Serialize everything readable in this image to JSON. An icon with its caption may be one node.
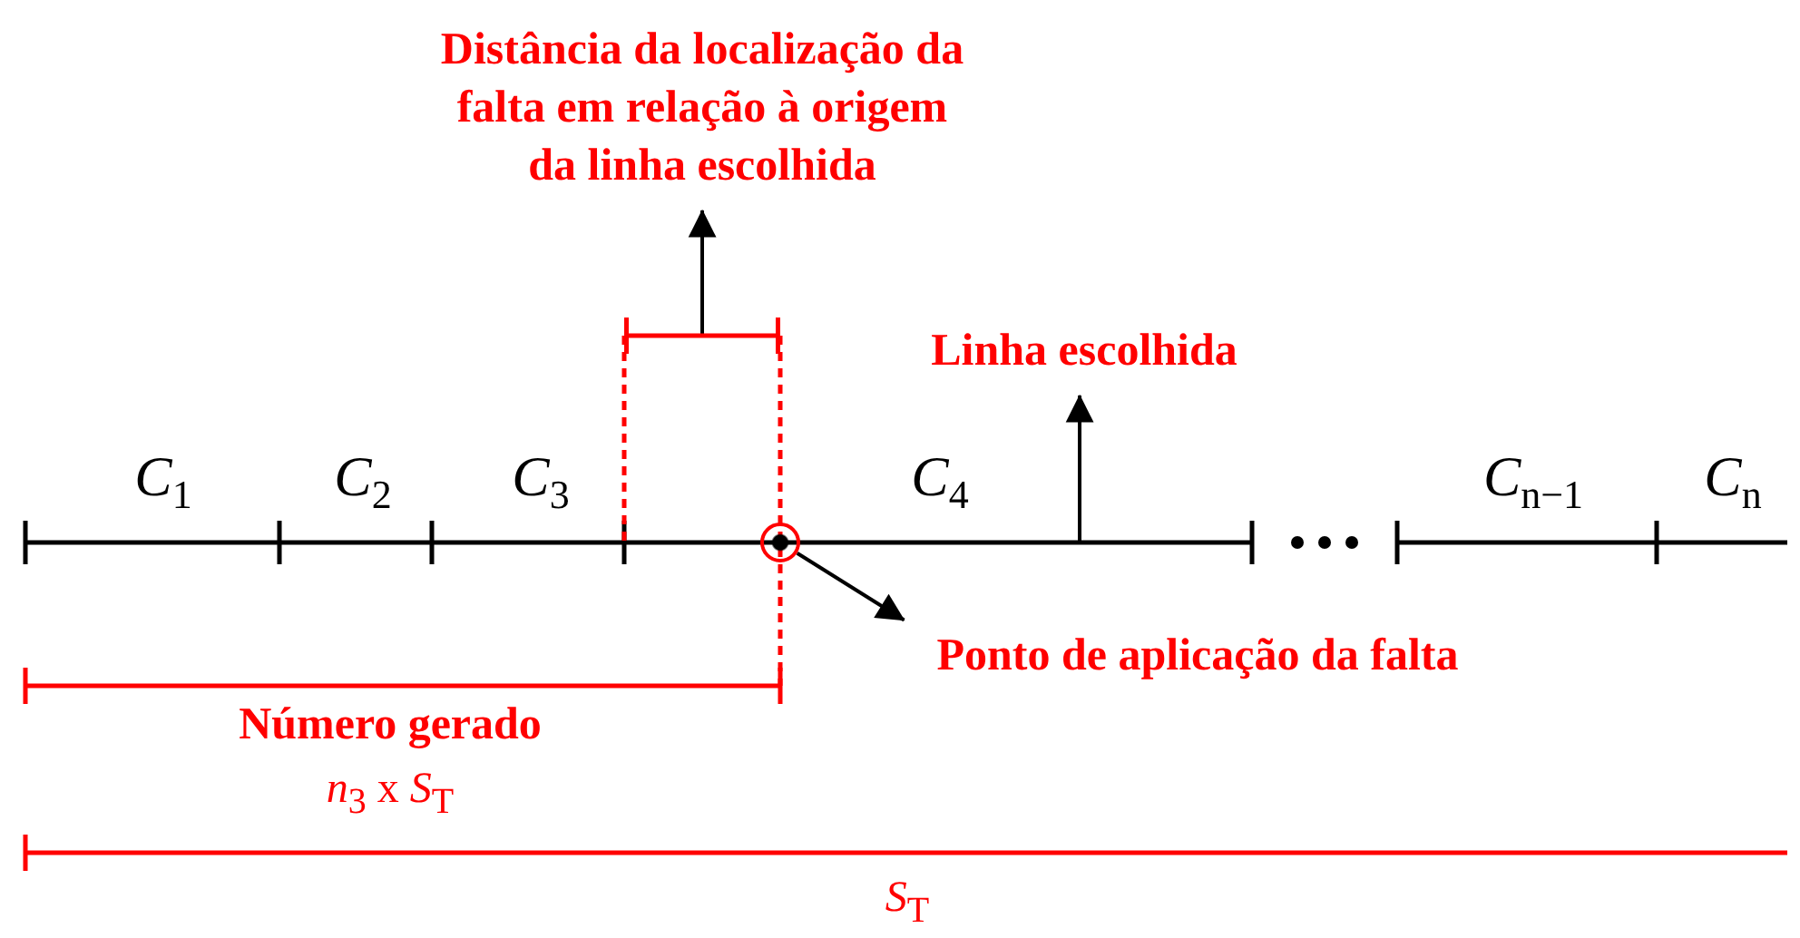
{
  "diagram": {
    "nodes": [
      {
        "text": [
          "Distância da localização da falta em relação à origem da linha escolhida"
        ]
      },
      {
        "text": [],
        "shape": "bracket"
      },
      {
        "text": [
          "Linha escolhida"
        ]
      },
      {
        "text": [],
        "shape": "circle"
      },
      {
        "text": [
          "Ponto de aplicação da falta"
        ]
      }
    ],
    "edges": [
      {
        "from": 1,
        "to": 0,
        "arrow": "to"
      },
      {
        "from": null,
        "to": 2,
        "arrow": "to"
      },
      {
        "from": 3,
        "to": 4,
        "arrow": "to"
      }
    ],
    "labels": [
      "*C*$_{1}$",
      "*C*$_{2}$",
      "*C*$_{3}$",
      "*C*$_{4}$",
      "*C*$_{n−1}$",
      "*C*$_{n}$",
      "Número gerado",
      "*n*$_{3}$ x *S*$_{T}$",
      "*S*$_{T}$"
    ]
  }
}
